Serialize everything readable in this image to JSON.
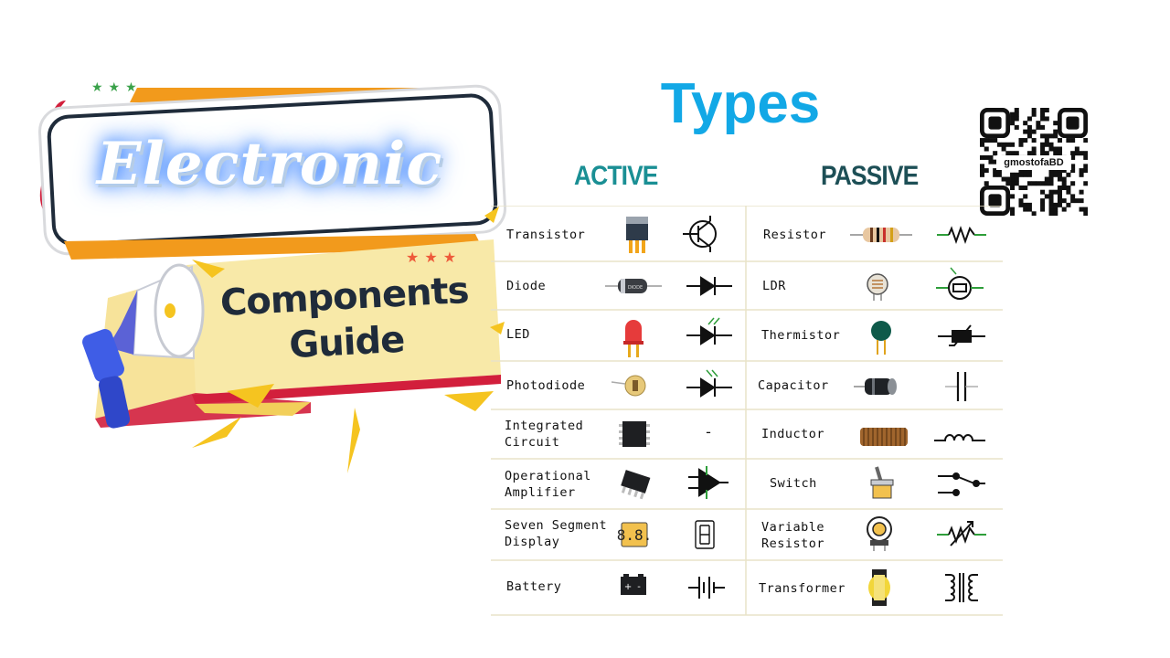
{
  "banner": {
    "title": "Electronic",
    "subtitle_line1": "Components",
    "subtitle_line2": "Guide",
    "stars_left": "★★★",
    "stars_right": "★★★"
  },
  "header": {
    "title": "Types",
    "active_label": "ACTIVE",
    "passive_label": "PASSIVE"
  },
  "qr": {
    "label": "gmostofaBD"
  },
  "active": [
    {
      "name": "Transistor",
      "component_icon": "transistor-package-icon",
      "symbol_icon": "transistor-symbol-icon"
    },
    {
      "name": "Diode",
      "component_label": "DIODE",
      "component_icon": "diode-component-icon",
      "symbol_icon": "diode-symbol-icon"
    },
    {
      "name": "LED",
      "component_icon": "led-component-icon",
      "symbol_icon": "led-symbol-icon"
    },
    {
      "name": "Photodiode",
      "component_icon": "photodiode-component-icon",
      "symbol_icon": "photodiode-symbol-icon"
    },
    {
      "name": "Integrated\nCircuit",
      "component_icon": "ic-chip-icon",
      "symbol_text": "-"
    },
    {
      "name": "Operational\nAmplifier",
      "component_icon": "opamp-chip-icon",
      "symbol_icon": "opamp-symbol-icon"
    },
    {
      "name": "Seven Segment\nDisplay",
      "component_icon": "seven-segment-component-icon",
      "symbol_icon": "seven-segment-symbol-icon"
    },
    {
      "name": "Battery",
      "component_icon": "battery-component-icon",
      "symbol_icon": "battery-symbol-icon"
    }
  ],
  "passive": [
    {
      "name": "Resistor",
      "component_icon": "resistor-component-icon",
      "symbol_icon": "resistor-symbol-icon"
    },
    {
      "name": "LDR",
      "component_icon": "ldr-component-icon",
      "symbol_icon": "ldr-symbol-icon"
    },
    {
      "name": "Thermistor",
      "component_icon": "thermistor-component-icon",
      "symbol_icon": "thermistor-symbol-icon"
    },
    {
      "name": "Capacitor",
      "component_icon": "capacitor-component-icon",
      "symbol_icon": "capacitor-symbol-icon"
    },
    {
      "name": "Inductor",
      "component_icon": "inductor-component-icon",
      "symbol_icon": "inductor-symbol-icon"
    },
    {
      "name": "Switch",
      "component_icon": "toggle-switch-component-icon",
      "symbol_icon": "switch-symbol-icon"
    },
    {
      "name": "Variable\nResistor",
      "component_icon": "potentiometer-component-icon",
      "symbol_icon": "variable-resistor-symbol-icon"
    },
    {
      "name": "Transformer",
      "component_icon": "transformer-component-icon",
      "symbol_icon": "transformer-symbol-icon"
    }
  ],
  "colors": {
    "title_blue": "#12a8e6",
    "active_teal": "#1a8f94",
    "passive_dark": "#1d4f56",
    "grid_line": "#e9e3c8",
    "banner_orange": "#f29a1c",
    "banner_red": "#d21f3c",
    "banner_yellow": "#f8e9a8",
    "symbol_green": "#2e9e3a"
  }
}
